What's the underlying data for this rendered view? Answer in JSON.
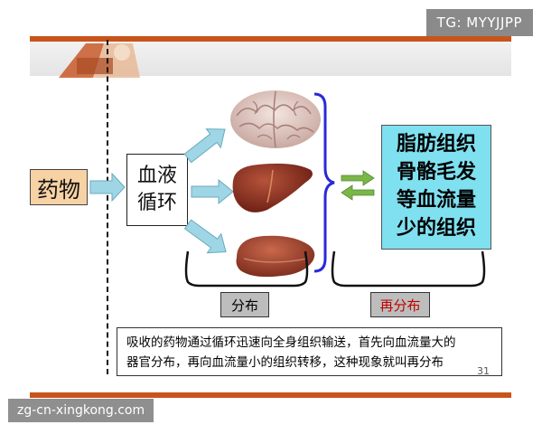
{
  "watermark_top": "TG: MYYJJPP",
  "watermark_bottom": "zg-cn-xingkong.com",
  "drug_label": "药物",
  "blood_lines": [
    "血液",
    "循环"
  ],
  "tissue_lines": [
    "脂肪组织",
    "骨骼毛发",
    "等血流量",
    "少的组织"
  ],
  "distribution_label": "分布",
  "redistribution_label": "再分布",
  "caption_lines": [
    "吸收的药物通过循环迅速向全身组织输送，首先向血流量大的",
    "器官分布，再向血流量小的组织转移，这种现象就叫再分布"
  ],
  "page_number": "31",
  "colors": {
    "accent_bar": "#c8541c",
    "drug_box": "#f7d2a4",
    "tissue_box": "#7fe0f0",
    "arrow_fill": "#9fd6e6",
    "brace": "#2a2ad8",
    "double_arrow": "#7ab648",
    "redistribution_text": "#c00000"
  }
}
